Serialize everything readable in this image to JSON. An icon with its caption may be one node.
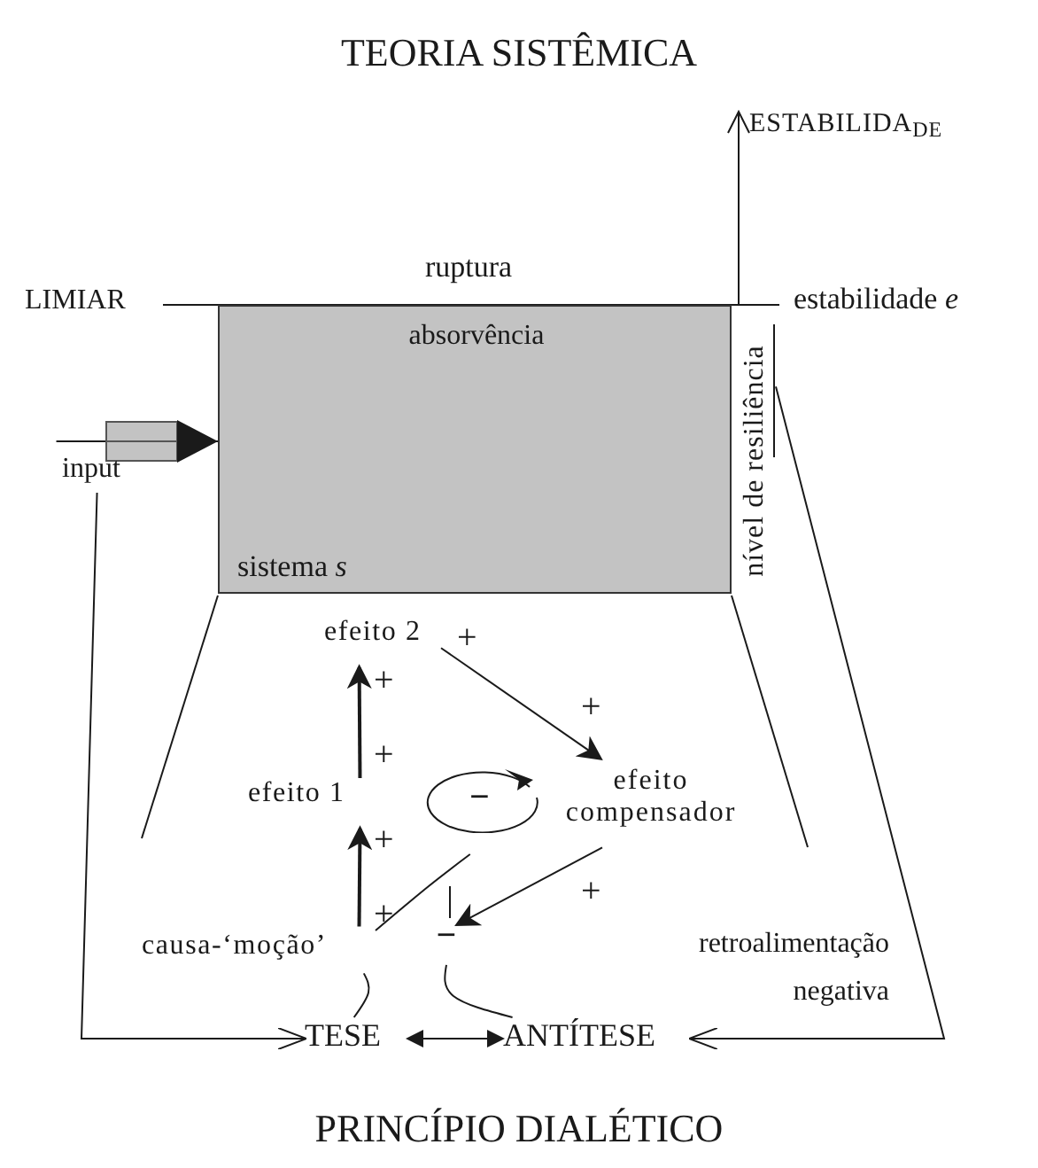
{
  "diagram": {
    "title": "TEORIA SISTÊMICA",
    "caption": "PRINCÍPIO DIALÉTICO",
    "nodes": [
      {
        "text": [
          "absorvência",
          "sistema *s*"
        ]
      },
      {
        "text": [
          "input"
        ]
      },
      {
        "text": [
          "nível de resiliência"
        ]
      },
      {
        "text": [
          "efeito 2"
        ]
      },
      {
        "text": [
          "efeito 1"
        ]
      },
      {
        "text": [
          "efeito compensador"
        ]
      },
      {
        "text": [
          "causa-‘moção’"
        ]
      },
      {
        "text": [
          "−"
        ]
      },
      {
        "text": [
          "TESE"
        ]
      },
      {
        "text": [
          "ANTÍTESE"
        ]
      },
      {
        "text": [
          "−"
        ]
      }
    ],
    "edges": [
      {
        "from": 4,
        "to": 3,
        "arrow": "to"
      },
      {
        "from": 6,
        "to": 4,
        "arrow": "to"
      },
      {
        "from": 3,
        "to": 5,
        "arrow": "to"
      },
      {
        "from": 5,
        "to": 7,
        "arrow": "to"
      },
      {
        "from": 8,
        "to": 9,
        "arrow": "both"
      },
      {
        "from": 1,
        "to": 8,
        "arrow": "to"
      },
      {
        "from": 2,
        "to": 9,
        "arrow": "to"
      },
      {
        "from": 10,
        "to": 6,
        "arrow": "none"
      },
      {
        "from": 6,
        "to": 8,
        "arrow": "none"
      },
      {
        "from": 7,
        "to": 9,
        "arrow": "none"
      },
      {
        "from": 1,
        "to": 0,
        "arrow": "to"
      }
    ],
    "labels": [
      "ruptura",
      "LIMIAR",
      "ESTABILIDA$_{DE}$",
      "estabilidade *e*",
      "+",
      "+",
      "+",
      "+",
      "+",
      "+",
      "+",
      "retroalimentação negativa"
    ]
  }
}
